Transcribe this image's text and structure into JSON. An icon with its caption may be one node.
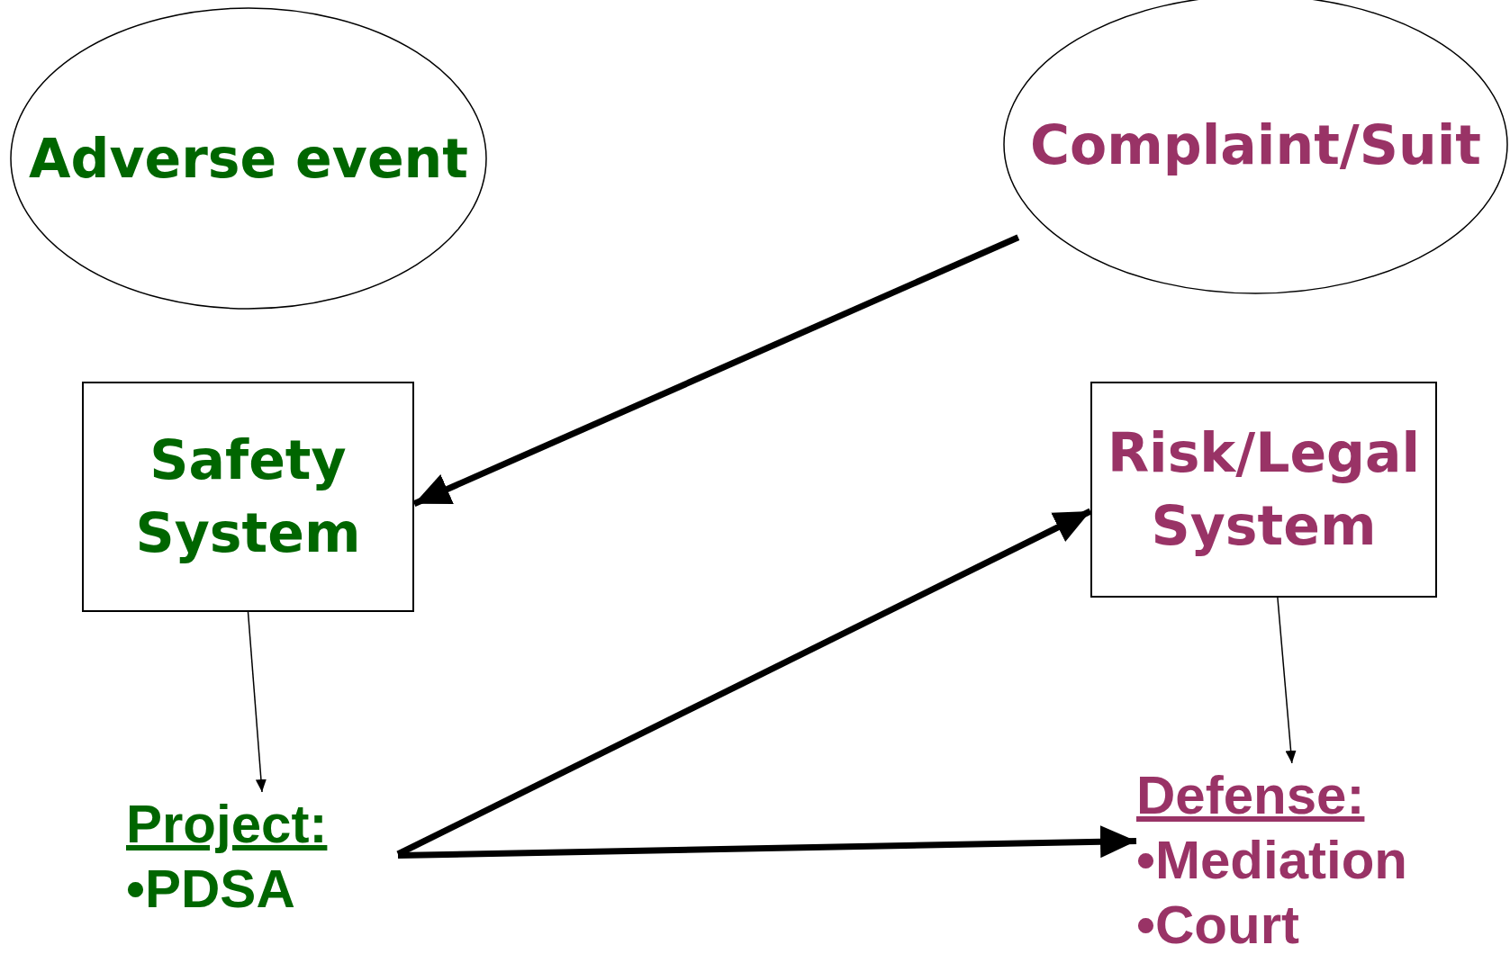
{
  "diagram": {
    "nodes": [
      {
        "text": [
          "Adverse event"
        ]
      },
      {
        "text": [
          "Complaint/Suit"
        ]
      },
      {
        "text": [
          "Safety System"
        ]
      },
      {
        "text": [
          "Risk/Legal System"
        ]
      },
      {
        "text": [
          "Project:",
          "•PDSA"
        ]
      },
      {
        "text": [
          "Defense:",
          "•Mediation",
          "•Court"
        ]
      }
    ],
    "edges": [
      {
        "from": 1,
        "to": 2,
        "arrow": "to"
      },
      {
        "from": 2,
        "to": 4,
        "arrow": "to"
      },
      {
        "from": 3,
        "to": 5,
        "arrow": "to"
      },
      {
        "from": 4,
        "to": 3,
        "arrow": "to"
      },
      {
        "from": 4,
        "to": 5,
        "arrow": "to"
      }
    ]
  }
}
